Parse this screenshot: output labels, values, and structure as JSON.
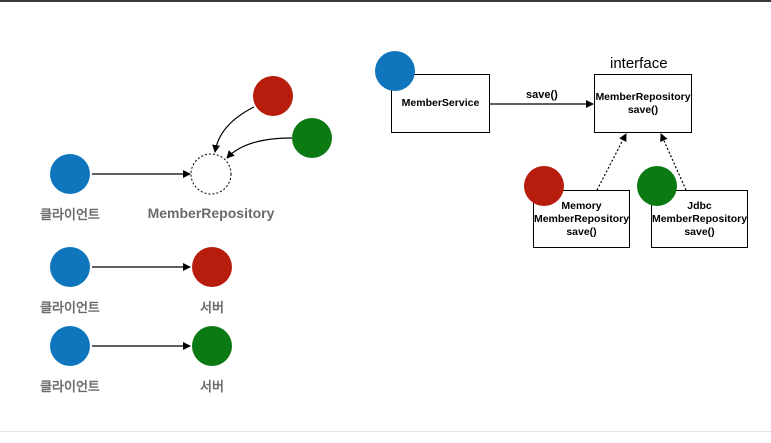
{
  "left": {
    "top_row": {
      "client_label": "클라이언트",
      "target_label": "MemberRepository"
    },
    "row2": {
      "client_label": "클라이언트",
      "server_label": "서버"
    },
    "row3": {
      "client_label": "클라이언트",
      "server_label": "서버"
    }
  },
  "right": {
    "member_service": "MemberService",
    "call_label": "save()",
    "interface_label": "interface",
    "repo_interface": {
      "line1": "MemberRepository",
      "line2": "save()"
    },
    "memory_repo": {
      "line1": "Memory",
      "line2": "MemberRepository",
      "line3": "save()"
    },
    "jdbc_repo": {
      "line1": "Jdbc",
      "line2": "MemberRepository",
      "line3": "save()"
    }
  },
  "colors": {
    "blue": "#0F75BC",
    "red": "#B71C0C",
    "green": "#0B7A12",
    "label_gray": "#6b6b6b"
  }
}
